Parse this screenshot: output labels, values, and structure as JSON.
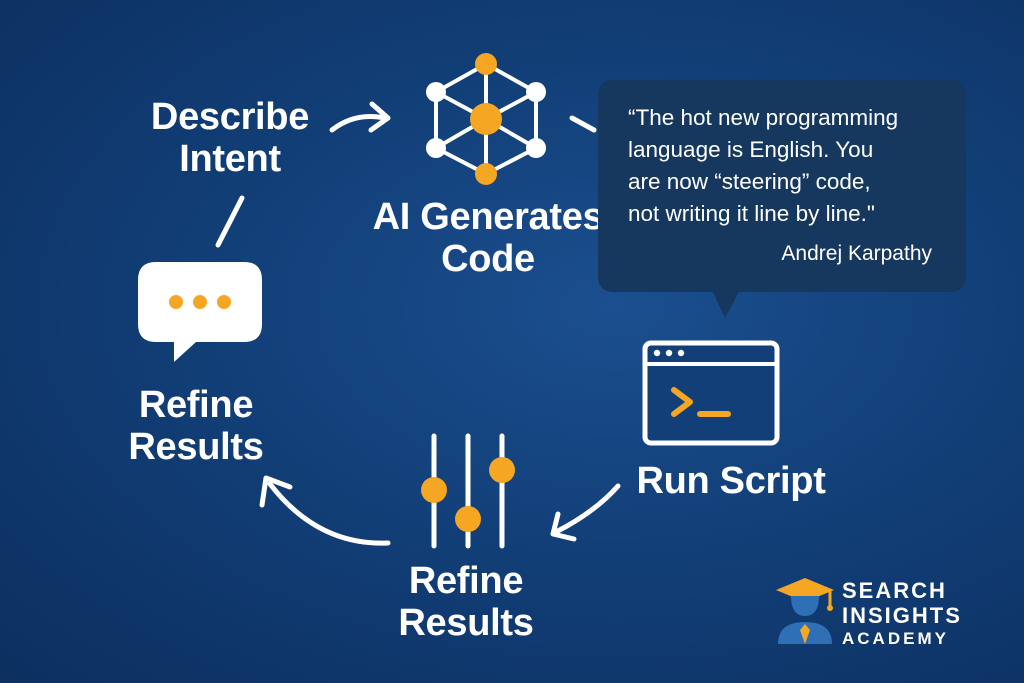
{
  "steps": {
    "describe": [
      "Describe",
      "Intent"
    ],
    "generate": [
      "AI Generates",
      "Code"
    ],
    "run": "Run Script",
    "refine_left": [
      "Refine",
      "Results"
    ],
    "refine_bottom": [
      "Refine",
      "Results"
    ]
  },
  "quote": {
    "lines": [
      "“The hot new programming",
      "language is English. You",
      "are now “steering” code,",
      "not writing it line by line.\""
    ],
    "author": "Andrej Karpathy"
  },
  "brand": {
    "lines": [
      "SEARCH",
      "INSIGHTS",
      "ACADEMY"
    ]
  },
  "icons": {
    "generate": "network-hexagon-icon",
    "run": "terminal-window-icon",
    "refine_left": "chat-bubble-icon",
    "refine_bottom": "sliders-icon",
    "brand": "graduate-avatar-icon"
  },
  "colors": {
    "accent": "#f5a623",
    "background": "#123f78",
    "quote_box": "#16385f",
    "text": "#ffffff"
  }
}
